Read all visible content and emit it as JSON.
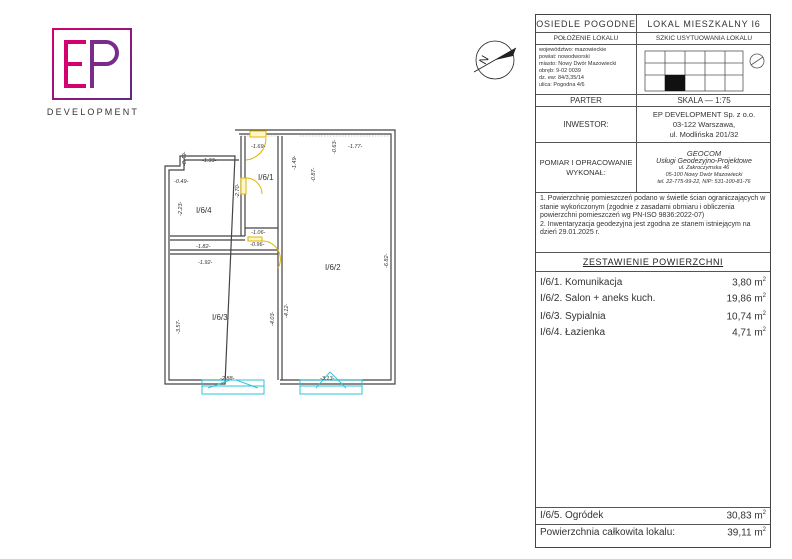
{
  "logo": {
    "letters": "EP",
    "caption": "DEVELOPMENT"
  },
  "compass": {
    "label": "N"
  },
  "plan": {
    "rooms": [
      {
        "id": "I/6/1"
      },
      {
        "id": "I/6/2"
      },
      {
        "id": "I/6/3"
      },
      {
        "id": "I/6/4"
      }
    ],
    "dims": [
      "-1.69-",
      "-1.33-",
      "-0.49-",
      "-0.49-",
      "-2.23-",
      "-2.70-",
      "-1.49-",
      "-0.87-",
      "-0.63-",
      "-1.77-",
      "-1.06-",
      "-0.96-",
      "-1.82-",
      "-1.92-",
      "-3.57-",
      "-4.03-",
      "-4.12-",
      "-6.82-",
      "-2.88-",
      "-3.13-"
    ]
  },
  "title_block": {
    "project": "OSIEDLE POGODNE",
    "unit": "LOKAL MIESZKALNY I6",
    "location_hdr": "POŁOŻENIE LOKALU",
    "sketch_hdr": "SZKIC USYTUOWANIA LOKALU",
    "location_lines": [
      "województwo: mazowieckie",
      "powiat: nowodworski",
      "miasto: Nowy Dwór Mazowiecki",
      "obręb: 9-02 0039",
      "dz. ew: 84/3,35/14",
      "ulica: Pogodna 4/6"
    ],
    "floor": "PARTER",
    "scale": "SKALA — 1:75",
    "investor_label": "INWESTOR:",
    "investor_lines": [
      "EP DEVELOPMENT Sp. z o.o.",
      "03-122 Warszawa,",
      "ul. Modlińska 201/32"
    ],
    "prepared_label": "POMIAR I OPRACOWANIE WYKONAŁ:",
    "prepared_lines": [
      "GEOCOM",
      "Usługi Geodezyjno-Projektowe",
      "ul. Zakroczymska 46",
      "05-100 Nowy Dwór Mazowiecki",
      "tel. 22-775-99-22, NIP: 531-100-81-76"
    ],
    "notes": [
      "1. Powierzchnię pomieszczeń podano w świetle ścian ograniczających w stanie wykończonym (zgodnie z zasadami obmiaru i obliczenia powierzchni pomieszczeń wg PN-ISO 9836:2022-07)",
      "2. Inwentaryzacja geodezyjna jest zgodna ze stanem istniejącym na dzień 29.01.2025 r."
    ],
    "summary_hdr": "ZESTAWIENIE POWIERZCHNI",
    "areas": [
      {
        "name": "I/6/1. Komunikacja",
        "value": "3,80",
        "unit": "m"
      },
      {
        "name": "I/6/2. Salon + aneks kuch.",
        "value": "19,86",
        "unit": "m"
      },
      {
        "name": "I/6/3. Sypialnia",
        "value": "10,74",
        "unit": "m"
      },
      {
        "name": "I/6/4. Łazienka",
        "value": "4,71",
        "unit": "m"
      }
    ],
    "garden": {
      "name": "I/6/5. Ogródek",
      "value": "30,83",
      "unit": "m"
    },
    "total": {
      "name": "Powierzchnia całkowita lokalu:",
      "value": "39,11",
      "unit": "m"
    },
    "sup": "2"
  },
  "colors": {
    "logo_magenta": "#d4006f",
    "logo_purple": "#5a2d82",
    "window": "#2ec4d8",
    "door": "#e0b400"
  }
}
